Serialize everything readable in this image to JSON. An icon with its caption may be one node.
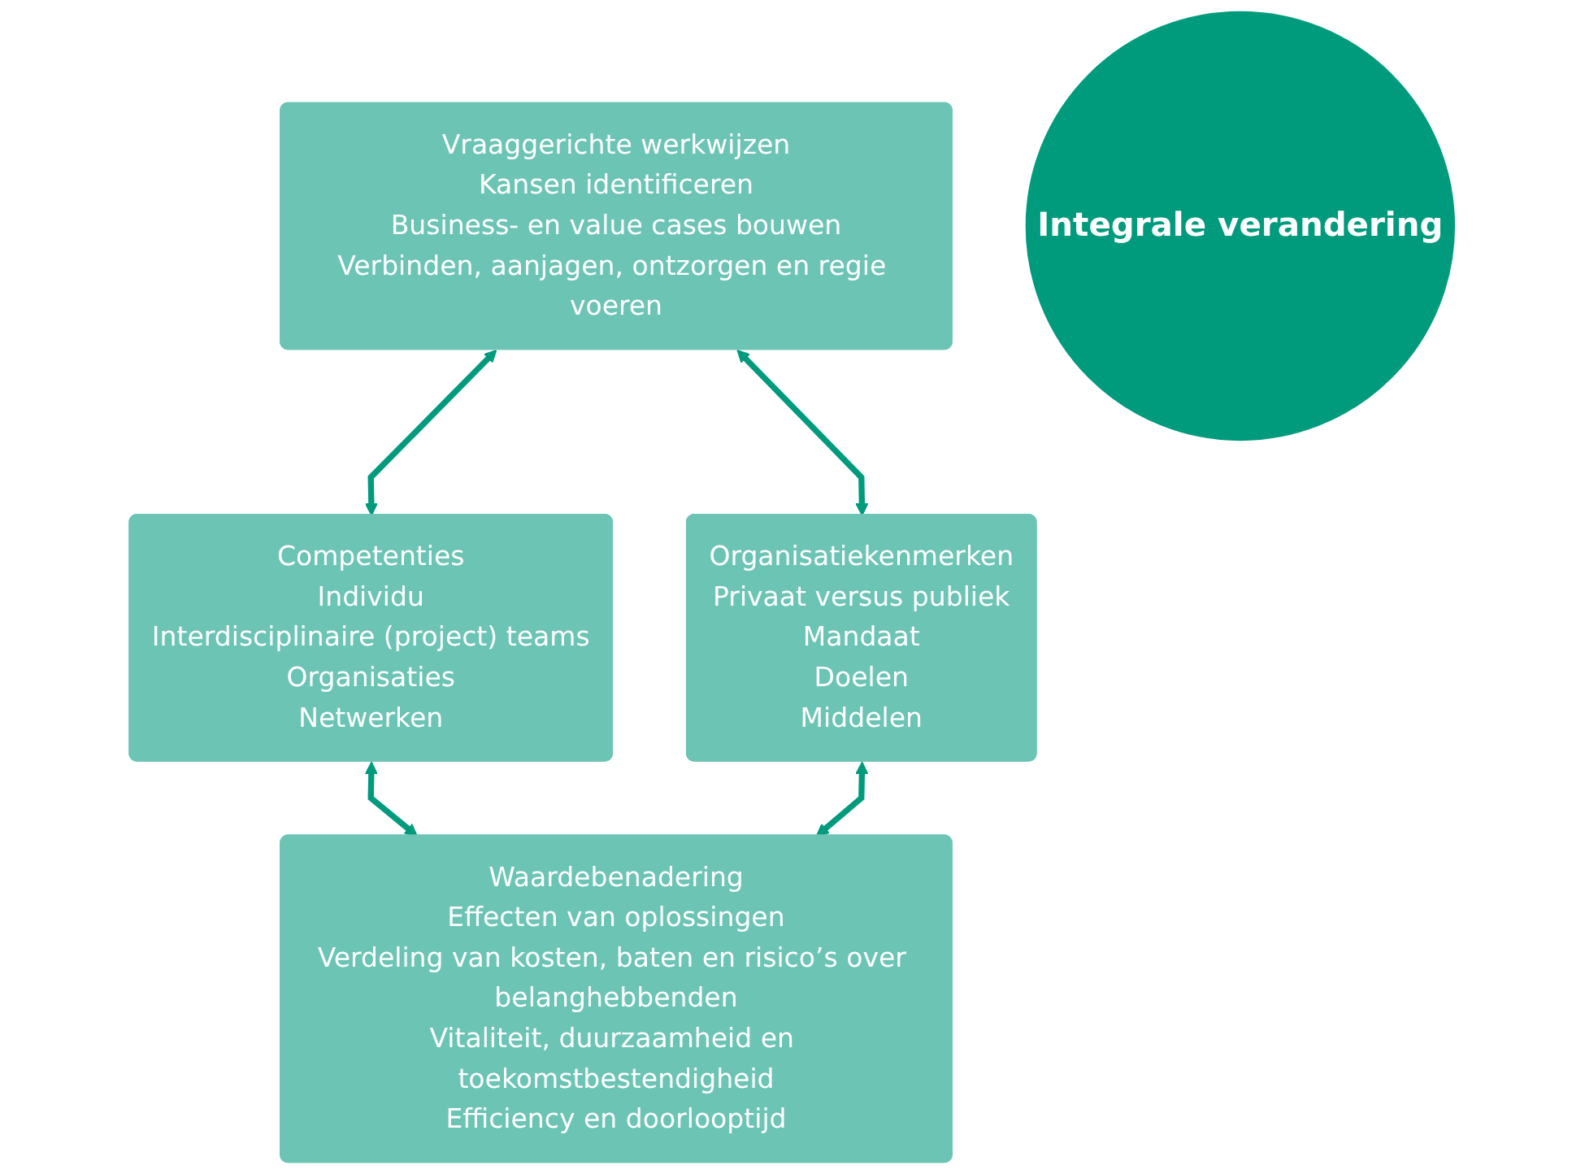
{
  "diagram": {
    "nodes": [
      {
        "text": [
          "Vraaggerichte werkwijzen",
          "Kansen identificeren",
          "Business- en value cases bouwen",
          "Verbinden, aanjagen, ontzorgen en regie voeren"
        ]
      },
      {
        "text": [
          "Competenties",
          "Individu",
          "Interdisciplinaire (project) teams",
          "Organisaties",
          "Netwerken"
        ]
      },
      {
        "text": [
          "Integrale verandering"
        ]
      },
      {
        "text": [
          "Organisatiekenmerken",
          "Privaat versus publiek",
          "Mandaat",
          "Doelen",
          "Middelen"
        ]
      },
      {
        "text": [
          "Waardebenadering",
          "Effecten van oplossingen",
          "Verdeling van kosten, baten en risico’s over belanghebbenden",
          "Vitaliteit, duurzaamheid en toekomstbestendigheid",
          "Efficiency en doorlooptijd"
        ]
      }
    ],
    "edges": [
      {
        "from": 0,
        "to": 1,
        "arrow": "both"
      },
      {
        "from": 0,
        "to": 3,
        "arrow": "both"
      },
      {
        "from": 1,
        "to": 4,
        "arrow": "both"
      },
      {
        "from": 3,
        "to": 4,
        "arrow": "both"
      }
    ]
  }
}
